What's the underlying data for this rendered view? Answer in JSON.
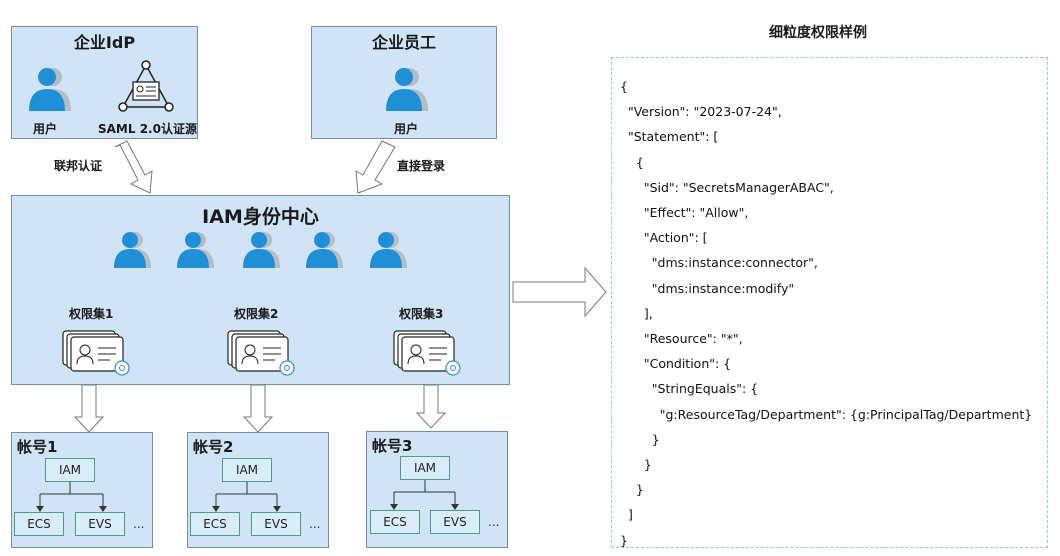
{
  "idp": {
    "title": "企业IdP",
    "user_label": "用户",
    "saml_label": "SAML 2.0认证源"
  },
  "employee": {
    "title": "企业员工",
    "user_label": "用户"
  },
  "arrows": {
    "federated_auth": "联邦认证",
    "direct_login": "直接登录"
  },
  "iam_center": {
    "title": "IAM身份中心",
    "permission_sets": [
      "权限集1",
      "权限集2",
      "权限集3"
    ]
  },
  "accounts": [
    {
      "name": "帐号1",
      "root": "IAM",
      "children": [
        "ECS",
        "EVS"
      ],
      "more": "..."
    },
    {
      "name": "帐号2",
      "root": "IAM",
      "children": [
        "ECS",
        "EVS"
      ],
      "more": "..."
    },
    {
      "name": "帐号3",
      "root": "IAM",
      "children": [
        "ECS",
        "EVS"
      ],
      "more": "..."
    }
  ],
  "policy": {
    "title": "细粒度权限样例",
    "code": "{\n  \"Version\": \"2023-07-24\",\n  \"Statement\": [\n    {\n      \"Sid\": \"SecretsManagerABAC\",\n      \"Effect\": \"Allow\",\n      \"Action\": [\n        \"dms:instance:connector\",\n        \"dms:instance:modify\"\n      ],\n      \"Resource\": \"*\",\n      \"Condition\": {\n        \"StringEquals\": {\n          \"g:ResourceTag/Department\": {g:PrincipalTag/Department}\n        }\n      }\n    }\n  ]\n}"
  },
  "colors": {
    "box_fill": "#cfe4f7",
    "user_icon": "#1f8fd8",
    "user_shadow": "#b8bcc0",
    "sub_box_border": "#4f9c7f"
  },
  "icons": [
    "user-icon",
    "saml-network-icon",
    "credential-card-icon",
    "gear-icon"
  ]
}
